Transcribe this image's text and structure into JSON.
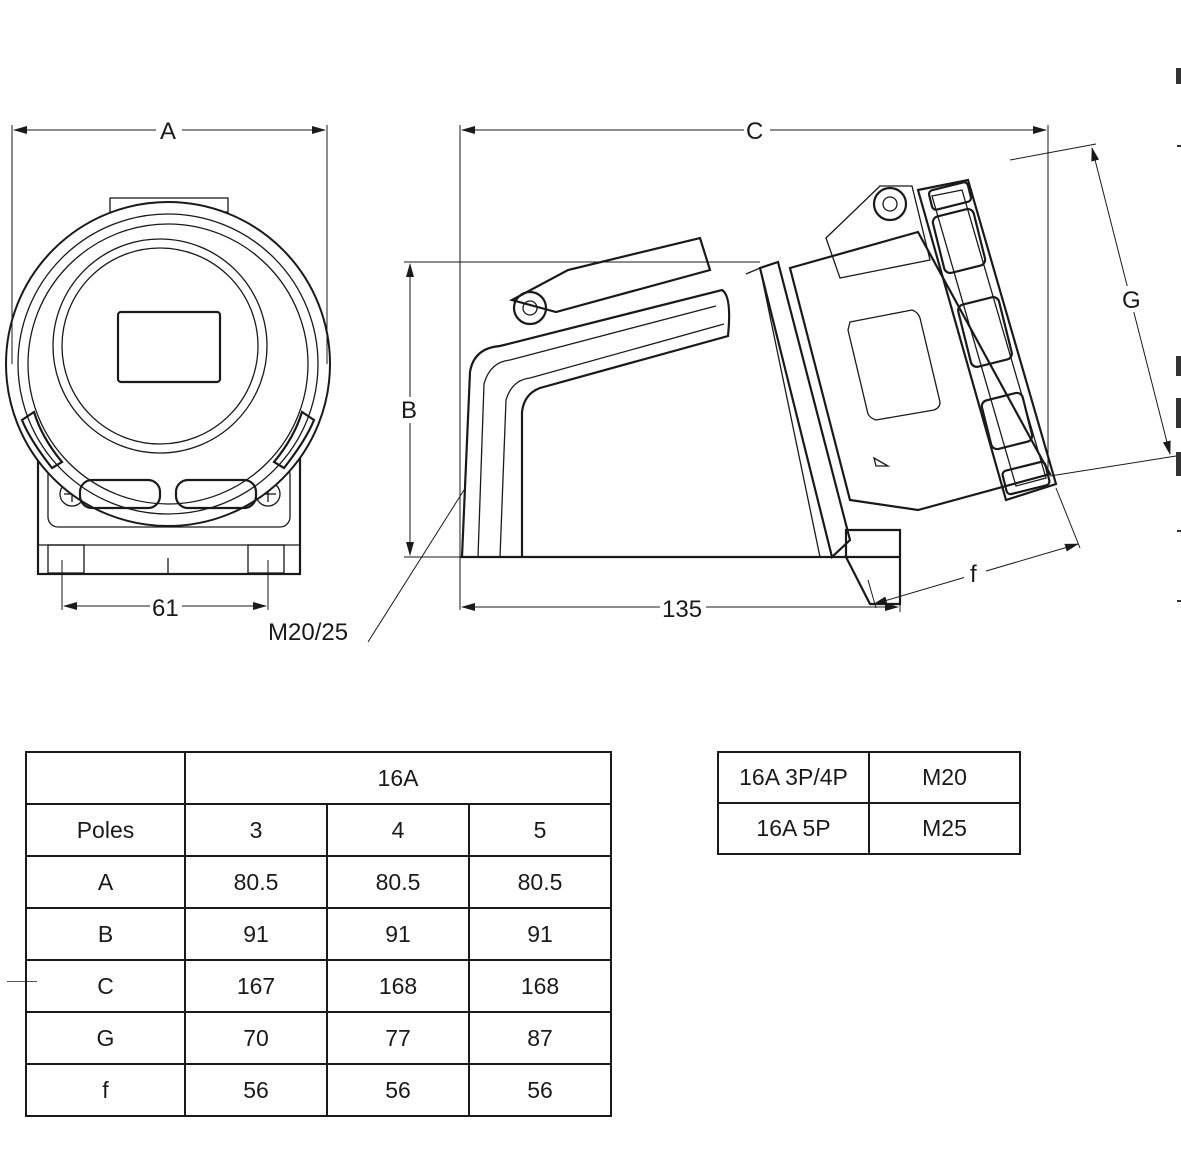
{
  "drawing": {
    "labels": {
      "A": "A",
      "B": "B",
      "C": "C",
      "G": "G",
      "f": "f",
      "width_61": "61",
      "length_135": "135",
      "gland": "M20/25"
    }
  },
  "dimensions_table": {
    "current": "16A",
    "poles_label": "Poles",
    "poles": [
      "3",
      "4",
      "5"
    ],
    "rows": [
      {
        "label": "A",
        "values": [
          "80.5",
          "80.5",
          "80.5"
        ]
      },
      {
        "label": "B",
        "values": [
          "91",
          "91",
          "91"
        ]
      },
      {
        "label": "C",
        "values": [
          "167",
          "168",
          "168"
        ]
      },
      {
        "label": "G",
        "values": [
          "70",
          "77",
          "87"
        ]
      },
      {
        "label": "f",
        "values": [
          "56",
          "56",
          "56"
        ]
      }
    ]
  },
  "gland_table": {
    "rows": [
      {
        "rating": "16A 3P/4P",
        "gland": "M20"
      },
      {
        "rating": "16A 5P",
        "gland": "M25"
      }
    ]
  }
}
